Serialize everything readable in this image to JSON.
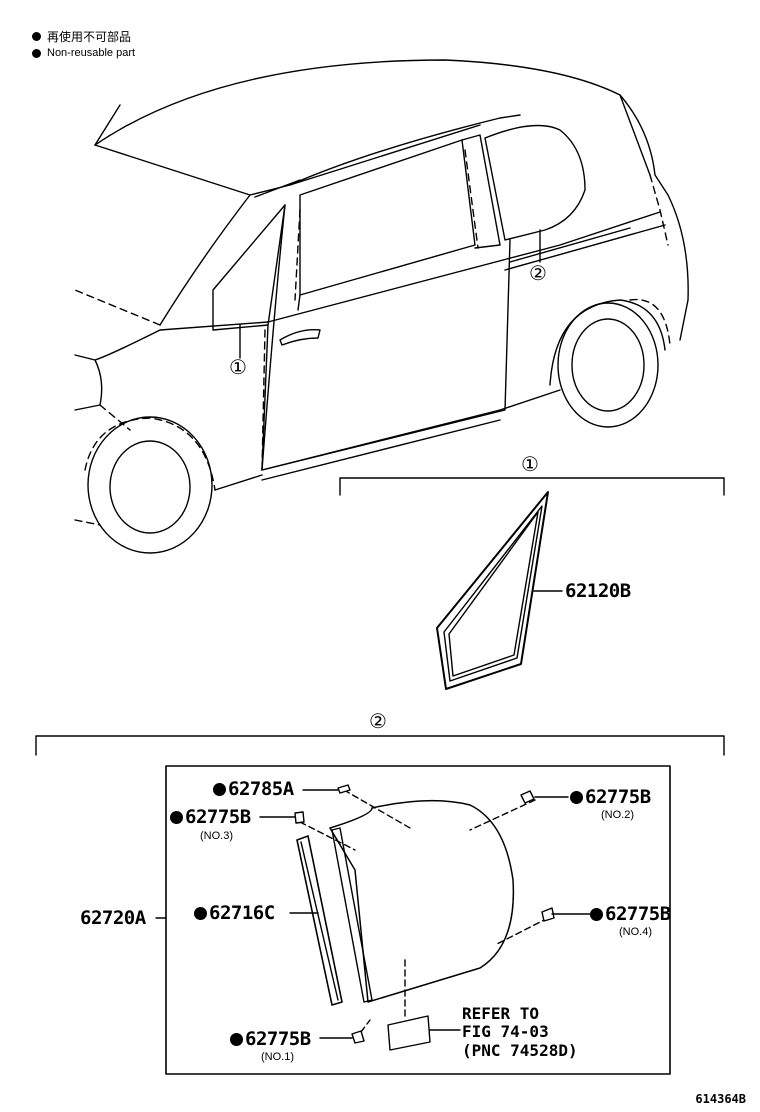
{
  "legend": {
    "jp": "再使用不可部品",
    "en": "Non-reusable part"
  },
  "callouts": {
    "c1": "①",
    "c2": "②"
  },
  "parts": {
    "p62120B": "62120B",
    "p62785A": "62785A",
    "p62775B_no3": "62775B",
    "no3": "(NO.3)",
    "p62775B_no2": "62775B",
    "no2": "(NO.2)",
    "p62720A": "62720A",
    "p62716C": "62716C",
    "p62775B_no4": "62775B",
    "no4": "(NO.4)",
    "p62775B_no1": "62775B",
    "no1": "(NO.1)"
  },
  "refer": {
    "line1": "REFER TO",
    "line2": "FIG 74-03",
    "line3": "(PNC 74528D)"
  },
  "figure_number": "614364B"
}
